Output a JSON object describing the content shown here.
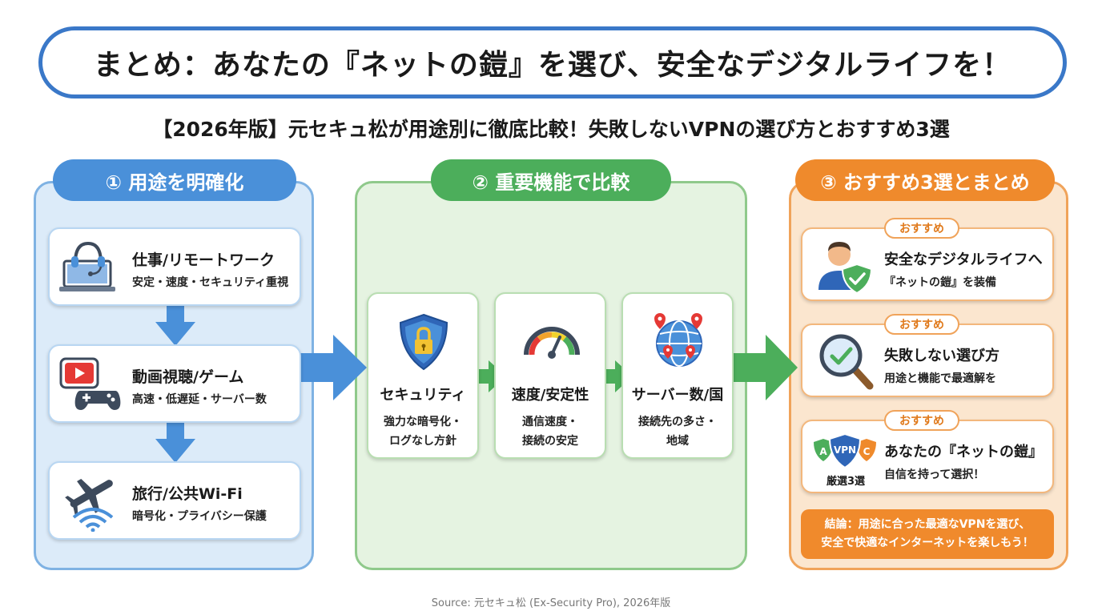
{
  "title": "まとめ：あなたの『ネットの鎧』を選び、安全なデジタルライフを！",
  "subtitle": "【2026年版】元セキュ松が用途別に徹底比較！失敗しないVPNの選び方とおすすめ3選",
  "colors": {
    "title_border": "#3a78c8",
    "panel1": "#4a90d9",
    "panel2": "#4cae5b",
    "panel3": "#ef8a2c"
  },
  "panel1": {
    "title": "① 用途を明確化",
    "items": [
      {
        "title": "仕事/リモートワーク",
        "sub": "安定・速度・セキュリティ重視",
        "icon": "laptop-headset-icon"
      },
      {
        "title": "動画視聴/ゲーム",
        "sub": "高速・低遅延・サーバー数",
        "icon": "video-gamepad-icon"
      },
      {
        "title": "旅行/公共Wi-Fi",
        "sub": "暗号化・プライバシー保護",
        "icon": "airplane-wifi-icon"
      }
    ]
  },
  "panel2": {
    "title": "② 重要機能で比較",
    "items": [
      {
        "title": "セキュリティ",
        "sub1": "強力な暗号化・",
        "sub2": "ログなし方針",
        "icon": "shield-lock-icon"
      },
      {
        "title": "速度/安定性",
        "sub1": "通信速度・",
        "sub2": "接続の安定",
        "icon": "speedometer-icon"
      },
      {
        "title": "サーバー数/国",
        "sub1": "接続先の多さ・",
        "sub2": "地域",
        "icon": "globe-pins-icon"
      }
    ]
  },
  "panel3": {
    "title": "③ おすすめ3選とまとめ",
    "badge": "おすすめ",
    "items": [
      {
        "title": "安全なデジタルライフへ",
        "sub": "『ネットの鎧』を装備",
        "icon": "user-shield-icon"
      },
      {
        "title": "失敗しない選び方",
        "sub": "用途と機能で最適解を",
        "icon": "magnifier-check-icon"
      },
      {
        "title": "あなたの『ネットの鎧』",
        "sub": "自信を持って選択！",
        "icon": "vpn-shields-icon",
        "icon_caption": "厳選3選"
      }
    ],
    "conclusion_line1": "結論：用途に合った最適なVPNを選び、",
    "conclusion_line2": "安全で快適なインターネットを楽しもう！"
  },
  "icon_labels": {
    "vpn": "VPN",
    "a": "A",
    "c": "C"
  },
  "source": "Source: 元セキュ松 (Ex-Security Pro), 2026年版"
}
